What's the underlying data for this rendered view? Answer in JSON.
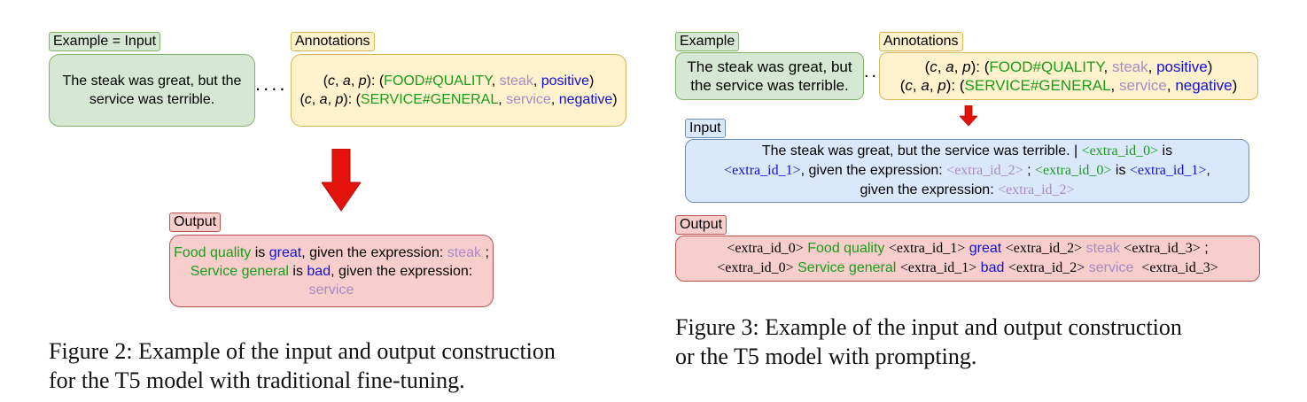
{
  "fig2": {
    "example_tag": "Example = Input",
    "example_text": [
      "The steak was great, but the",
      "service was terrible."
    ],
    "annotations_tag": "Annotations",
    "ann1": {
      "prefix": "(",
      "c": "c",
      "a": "a",
      "p": "p",
      "mid": "): (",
      "cat": "FOOD#QUALITY",
      "asp": "steak",
      "pol": "positive",
      "end": ")"
    },
    "ann2": {
      "prefix": "(",
      "c": "c",
      "a": "a",
      "p": "p",
      "mid": "): (",
      "cat": "SERVICE#GENERAL",
      "asp": "service",
      "pol": "negative",
      "end": ")"
    },
    "dots": "....",
    "output_tag": "Output",
    "out_line1": {
      "cat": "Food quality",
      "is": " is ",
      "pol": "great",
      "given": ", given the expression: ",
      "asp": "steak",
      "sep": " ;"
    },
    "out_line2": {
      "cat": "Service general",
      "is": " is ",
      "pol": "bad",
      "given": ", given the expression:"
    },
    "out_line3": {
      "asp": "service"
    },
    "caption": [
      "Figure 2: Example of the input and output construction",
      "for the T5 model with traditional fine-tuning."
    ],
    "arrow_color": "#e3120b"
  },
  "fig3": {
    "example_tag": "Example",
    "example_text": [
      "The steak was great, but",
      "the service was terrible."
    ],
    "annotations_tag": "Annotations",
    "dots": "...",
    "input_tag": "Input",
    "in_line1": {
      "text": "The steak was great, but the service was terrible. | ",
      "t0": "<extra_id_0>",
      "is": " is"
    },
    "in_line2": {
      "t1": "<extra_id_1>",
      "given": ", given the expression: ",
      "t2": "<extra_id_2>",
      "semi": " ; ",
      "t0": "<extra_id_0>",
      "is": " is ",
      "t1b": "<extra_id_1>",
      "comma": ","
    },
    "in_line3": {
      "given": "given the expression: ",
      "t2": "<extra_id_2>"
    },
    "output_tag": "Output",
    "out_line1": {
      "t0": "<extra_id_0>",
      "cat": " Food quality ",
      "t1": "<extra_id_1>",
      "pol": " great ",
      "t2": "<extra_id_2>",
      "asp": " steak ",
      "t3": "<extra_id_3>",
      "sep": " ;"
    },
    "out_line2": {
      "t0": "<extra_id_0>",
      "cat": " Service general ",
      "t1": "<extra_id_1>",
      "pol": " bad ",
      "t2": "<extra_id_2>",
      "asp": " service  ",
      "t3": "<extra_id_3>"
    },
    "caption": [
      "Figure 3: Example of the input and output construction",
      "or the T5 model with prompting."
    ],
    "arrow_color": "#e3120b"
  },
  "colors": {
    "category": "#1a9c1a",
    "aspect": "#a88ac4",
    "polarity": "#1010d8"
  }
}
